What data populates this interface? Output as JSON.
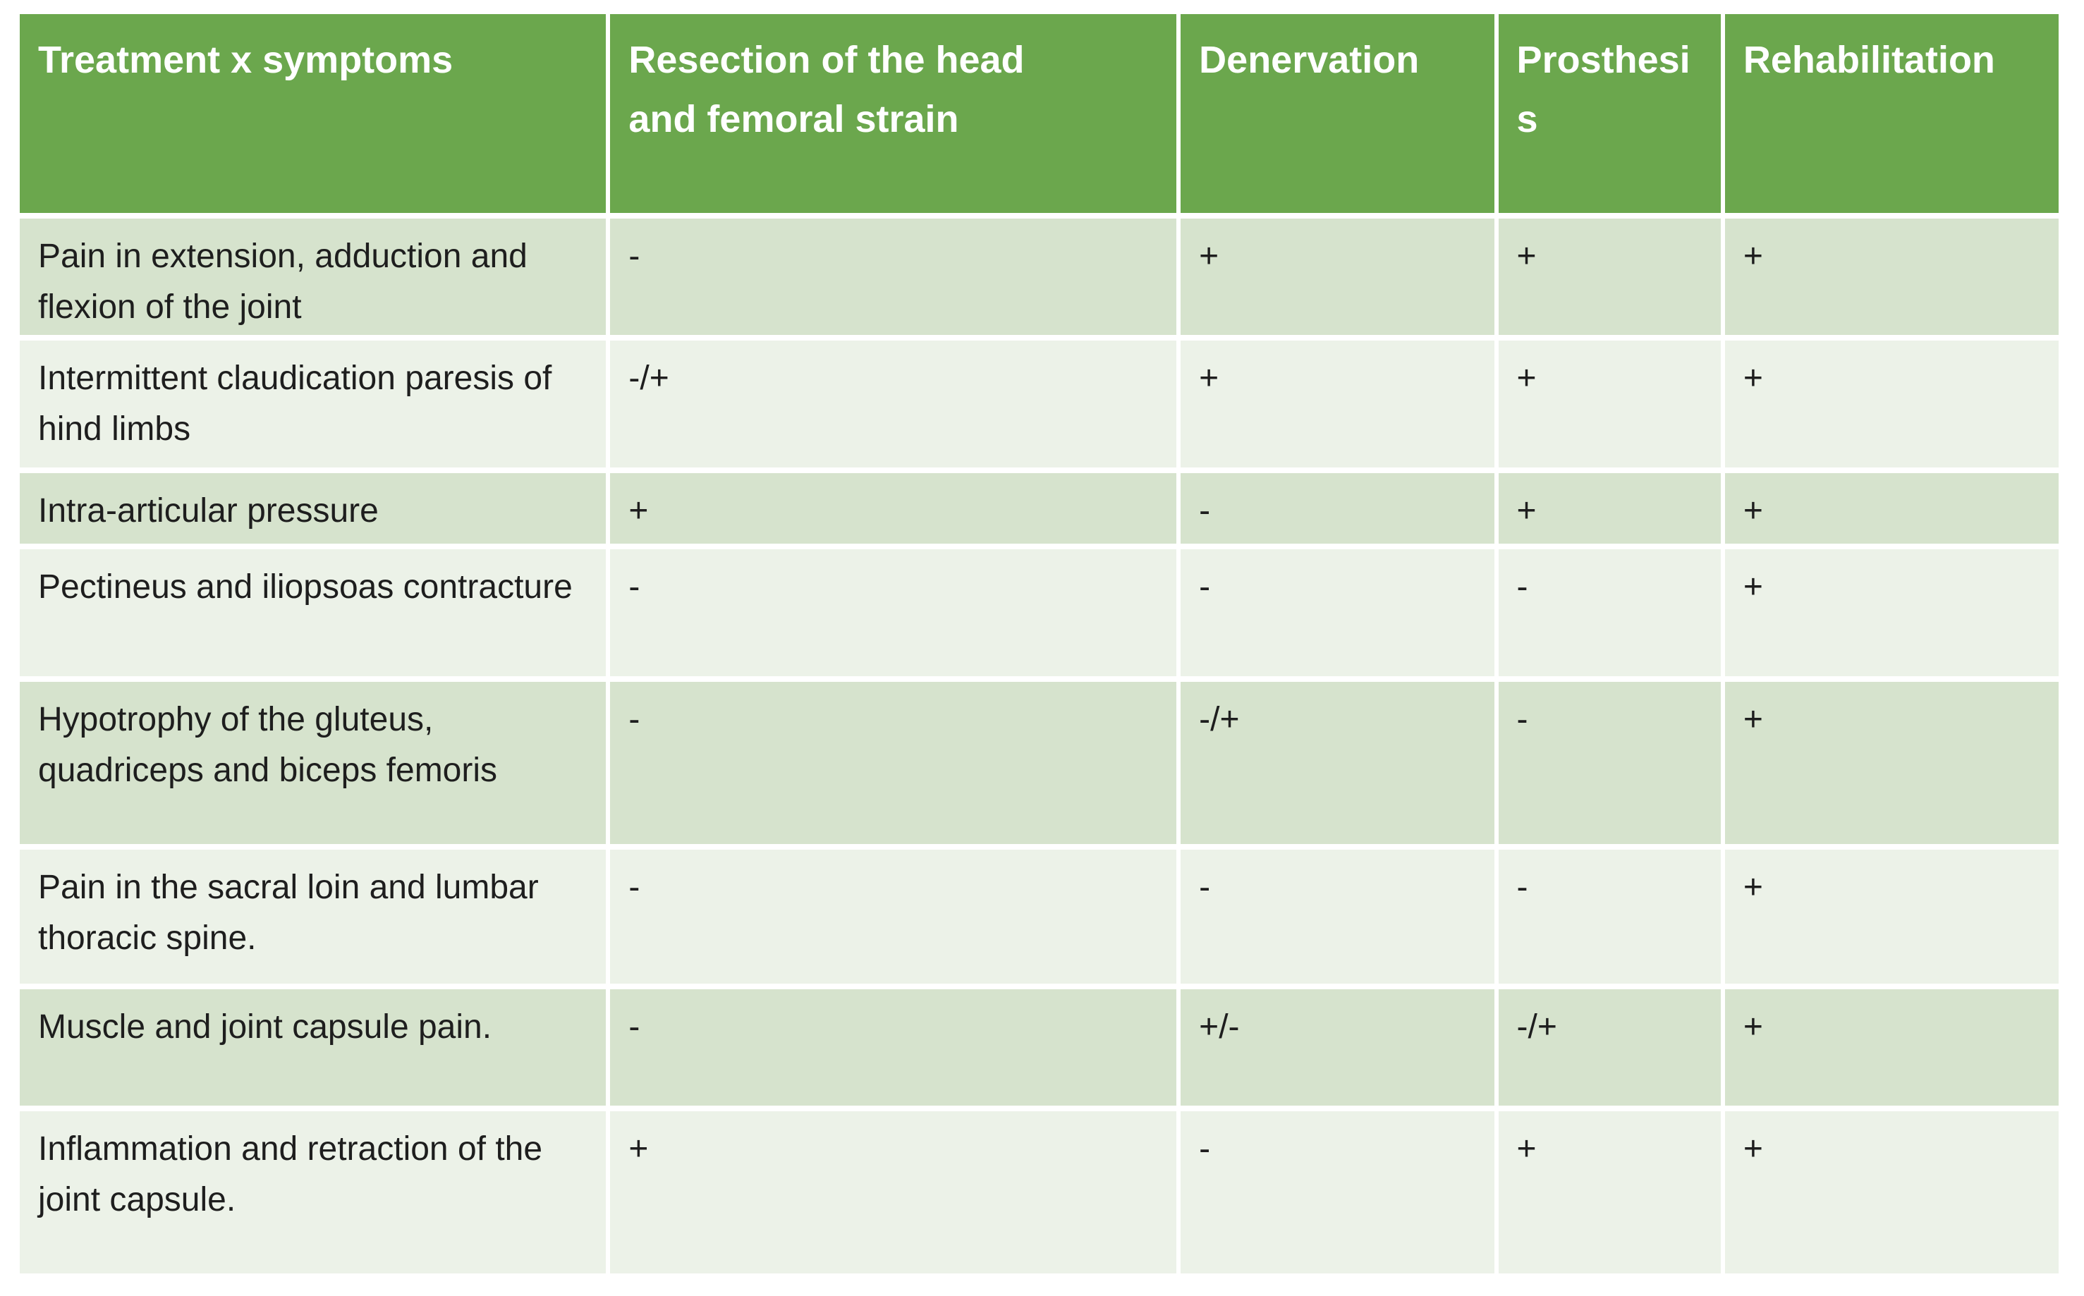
{
  "colors": {
    "page_bg": "#FFFFFF",
    "header_bg": "#6BA74D",
    "header_text": "#FFFFFF",
    "row_band_dark": "#D6E3CD",
    "row_band_light": "#ECF2E8",
    "body_text": "#1E1E1E",
    "grid_gap": "#FFFFFF"
  },
  "chart_data": {
    "type": "table",
    "title": "Treatment x symptoms",
    "columns": [
      "Treatment x symptoms",
      "Resection of the head and femoral strain",
      "Denervation",
      "Prosthesis",
      "Rehabilitation"
    ],
    "rows": [
      [
        "Pain in extension, adduction and flexion of the joint",
        "-",
        "+",
        "+",
        "+"
      ],
      [
        "Intermittent claudication paresis of hind limbs",
        "-/+",
        "+",
        "+",
        "+"
      ],
      [
        "Intra-articular pressure",
        "+",
        "-",
        "+",
        "+"
      ],
      [
        "Pectineus and iliopsoas contracture",
        "-",
        "-",
        "-",
        "+"
      ],
      [
        "Hypotrophy of the gluteus, quadriceps and biceps femoris",
        "-",
        "-/+",
        "-",
        "+"
      ],
      [
        "Pain in the sacral loin and lumbar thoracic spine.",
        "-",
        "-",
        "-",
        "+"
      ],
      [
        "Muscle and joint capsule pain.",
        "-",
        "+/-",
        "-/+",
        "+"
      ],
      [
        "Inflammation and retraction of the joint capsule.",
        "+",
        "-",
        "+",
        "+"
      ]
    ],
    "layout": {
      "header_position": "top",
      "banded_rows": true,
      "value_alignment": "top-left"
    }
  }
}
